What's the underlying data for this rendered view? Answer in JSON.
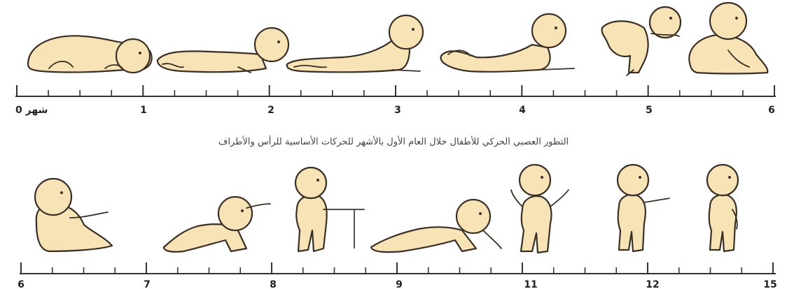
{
  "caption": "التطور العصبي الحركي للأطفال خلال العام الأول بالأشهر للحركات الأساسية للرأس والأطراف",
  "top_axis": {
    "labels": [
      "شهر 0",
      "1",
      "2",
      "3",
      "4",
      "5",
      "6"
    ]
  },
  "bottom_axis": {
    "labels": [
      "6",
      "7",
      "8",
      "9",
      "11",
      "12",
      "15"
    ]
  },
  "colors": {
    "skin": "#f7e3b5",
    "outline": "#3a2f25",
    "axis": "#333333"
  },
  "figures": {
    "top": [
      "baby-lying-prone-curled",
      "baby-prone-chin-up",
      "baby-prone-chest-up",
      "baby-prone-legs-raised",
      "baby-pulled-to-sit",
      "baby-sitting-supported"
    ],
    "bottom": [
      "baby-sitting-alone",
      "baby-crawling",
      "baby-standing-holding-support",
      "baby-crawling-creeping",
      "baby-walking-first-steps",
      "baby-standing-alone",
      "baby-walking-alone"
    ]
  }
}
